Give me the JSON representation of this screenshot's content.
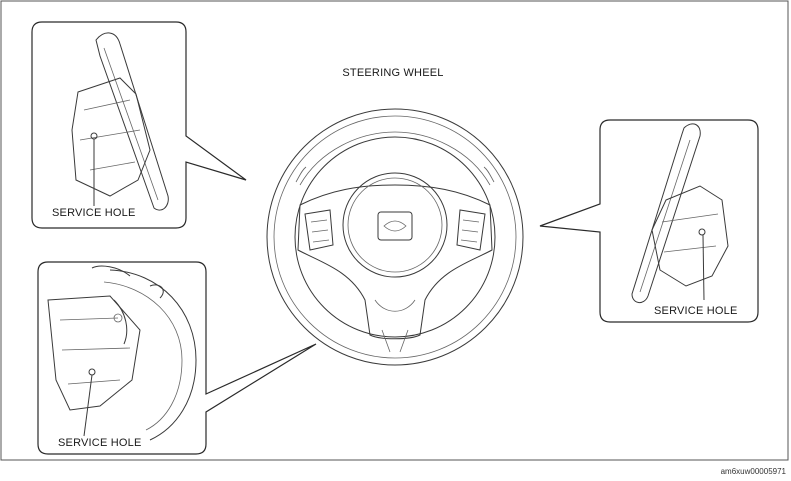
{
  "labels": {
    "title": "STEERING WHEEL",
    "service_hole_top_left": "SERVICE HOLE",
    "service_hole_right": "SERVICE HOLE",
    "service_hole_bottom_left": "SERVICE HOLE",
    "figure_code": "am6xuw00005971"
  }
}
